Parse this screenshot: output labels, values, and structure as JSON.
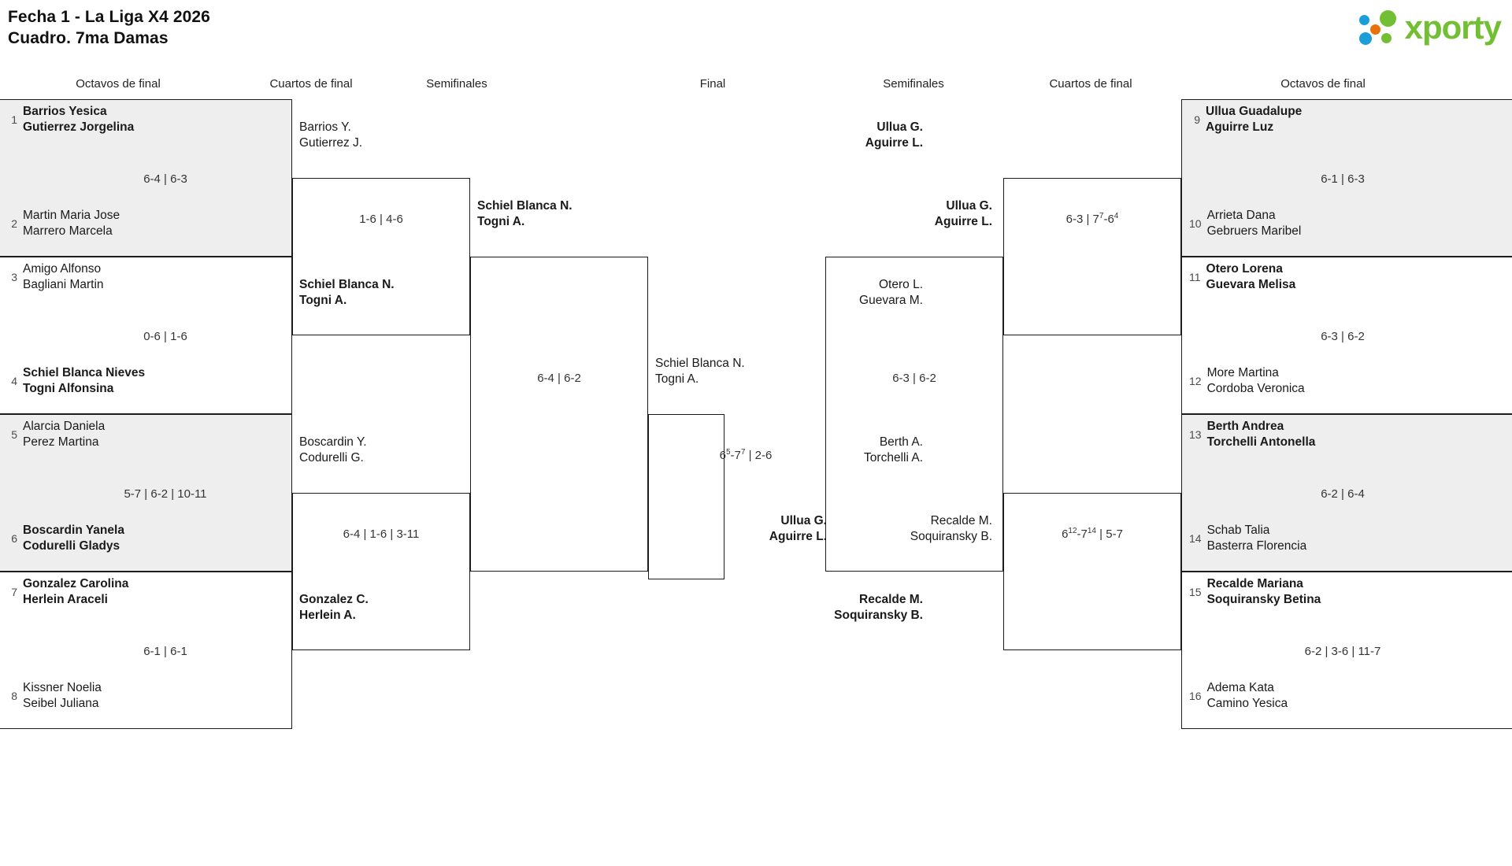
{
  "header": {
    "title_line1": "Fecha 1 - La Liga X4 2026",
    "title_line2": "Cuadro. 7ma Damas",
    "logo_text": "xporty",
    "logo_colors": {
      "green": "#72bf33",
      "blue": "#1b9dd9",
      "orange": "#e8720c"
    }
  },
  "rounds": [
    {
      "label": "Octavos de final"
    },
    {
      "label": "Cuartos de final"
    },
    {
      "label": "Semifinales"
    },
    {
      "label": "Final"
    },
    {
      "label": "Semifinales"
    },
    {
      "label": "Cuartos de final"
    },
    {
      "label": "Octavos de final"
    }
  ],
  "left": {
    "r16": [
      {
        "seed": "1",
        "p1": "Barrios Yesica",
        "p2": "Gutierrez Jorgelina",
        "winner": true
      },
      {
        "seed": "2",
        "p1": "Martin Maria Jose",
        "p2": "Marrero Marcela",
        "winner": false
      },
      {
        "seed": "3",
        "p1": "Amigo Alfonso",
        "p2": "Bagliani Martin",
        "winner": false
      },
      {
        "seed": "4",
        "p1": "Schiel Blanca Nieves",
        "p2": "Togni Alfonsina",
        "winner": true
      },
      {
        "seed": "5",
        "p1": "Alarcia Daniela",
        "p2": "Perez Martina",
        "winner": false
      },
      {
        "seed": "6",
        "p1": "Boscardin Yanela",
        "p2": "Codurelli Gladys",
        "winner": true
      },
      {
        "seed": "7",
        "p1": "Gonzalez Carolina",
        "p2": "Herlein Araceli",
        "winner": true
      },
      {
        "seed": "8",
        "p1": "Kissner Noelia",
        "p2": "Seibel Juliana",
        "winner": false
      }
    ],
    "r16_scores": [
      "6-4 | 6-3",
      "0-6 | 1-6",
      "5-7 | 6-2 | 10-11",
      "6-1 | 6-1"
    ],
    "qf": [
      {
        "p1": "Barrios Y.",
        "p2": "Gutierrez J.",
        "winner": false
      },
      {
        "p1": "Schiel Blanca N.",
        "p2": "Togni A.",
        "winner": true
      },
      {
        "p1": "Boscardin Y.",
        "p2": "Codurelli G.",
        "winner": false
      },
      {
        "p1": "Gonzalez C.",
        "p2": "Herlein A.",
        "winner": false
      }
    ],
    "qf_scores": [
      "1-6 | 4-6",
      "6-4 | 1-6 | 3-11"
    ],
    "sf": [
      {
        "p1": "Schiel Blanca N.",
        "p2": "Togni A.",
        "winner": true
      }
    ],
    "sf_scores": [
      "6-4 | 6-2"
    ]
  },
  "right": {
    "r16": [
      {
        "seed": "9",
        "p1": "Ullua Guadalupe",
        "p2": "Aguirre Luz",
        "winner": true
      },
      {
        "seed": "10",
        "p1": "Arrieta Dana",
        "p2": "Gebruers Maribel",
        "winner": false
      },
      {
        "seed": "11",
        "p1": "Otero Lorena",
        "p2": "Guevara Melisa",
        "winner": true
      },
      {
        "seed": "12",
        "p1": "More Martina",
        "p2": "Cordoba Veronica",
        "winner": false
      },
      {
        "seed": "13",
        "p1": "Berth Andrea",
        "p2": "Torchelli Antonella",
        "winner": true
      },
      {
        "seed": "14",
        "p1": "Schab Talia",
        "p2": "Basterra Florencia",
        "winner": false
      },
      {
        "seed": "15",
        "p1": "Recalde Mariana",
        "p2": "Soquiransky Betina",
        "winner": true
      },
      {
        "seed": "16",
        "p1": "Adema Kata",
        "p2": "Camino Yesica",
        "winner": false
      }
    ],
    "r16_scores": [
      "6-1 | 6-3",
      "6-3 | 6-2",
      "6-2 | 6-4",
      "6-2 | 3-6 | 11-7"
    ],
    "qf": [
      {
        "p1": "Ullua G.",
        "p2": "Aguirre L.",
        "winner": true
      },
      {
        "p1": "Otero L.",
        "p2": "Guevara M.",
        "winner": false
      },
      {
        "p1": "Berth A.",
        "p2": "Torchelli A.",
        "winner": false
      },
      {
        "p1": "Recalde M.",
        "p2": "Soquiransky B.",
        "winner": true
      }
    ],
    "qf_scores": [
      {
        "set1": "6-3",
        "sep": " | ",
        "a": "7",
        "asup": "7",
        "dash": "-",
        "b": "6",
        "bsup": "4"
      },
      {
        "a": "6",
        "asup": "12",
        "dash": "-",
        "b": "7",
        "bsup": "14",
        "sep": " | ",
        "set1": "5-7"
      }
    ],
    "sf": [
      {
        "p1": "Ullua G.",
        "p2": "Aguirre L.",
        "winner": true
      },
      {
        "p1": "Recalde M.",
        "p2": "Soquiransky B.",
        "winner": false
      }
    ],
    "sf_scores": [
      "6-3 | 6-2"
    ]
  },
  "final": {
    "left_player": {
      "p1": "Schiel Blanca N.",
      "p2": "Togni A.",
      "winner": false
    },
    "right_player": {
      "p1": "Ullua G.",
      "p2": "Aguirre L.",
      "winner": true
    },
    "score": {
      "a": "6",
      "asup": "5",
      "dash": "-",
      "b": "7",
      "bsup": "7",
      "sep": " | ",
      "set2": "2-6"
    }
  }
}
